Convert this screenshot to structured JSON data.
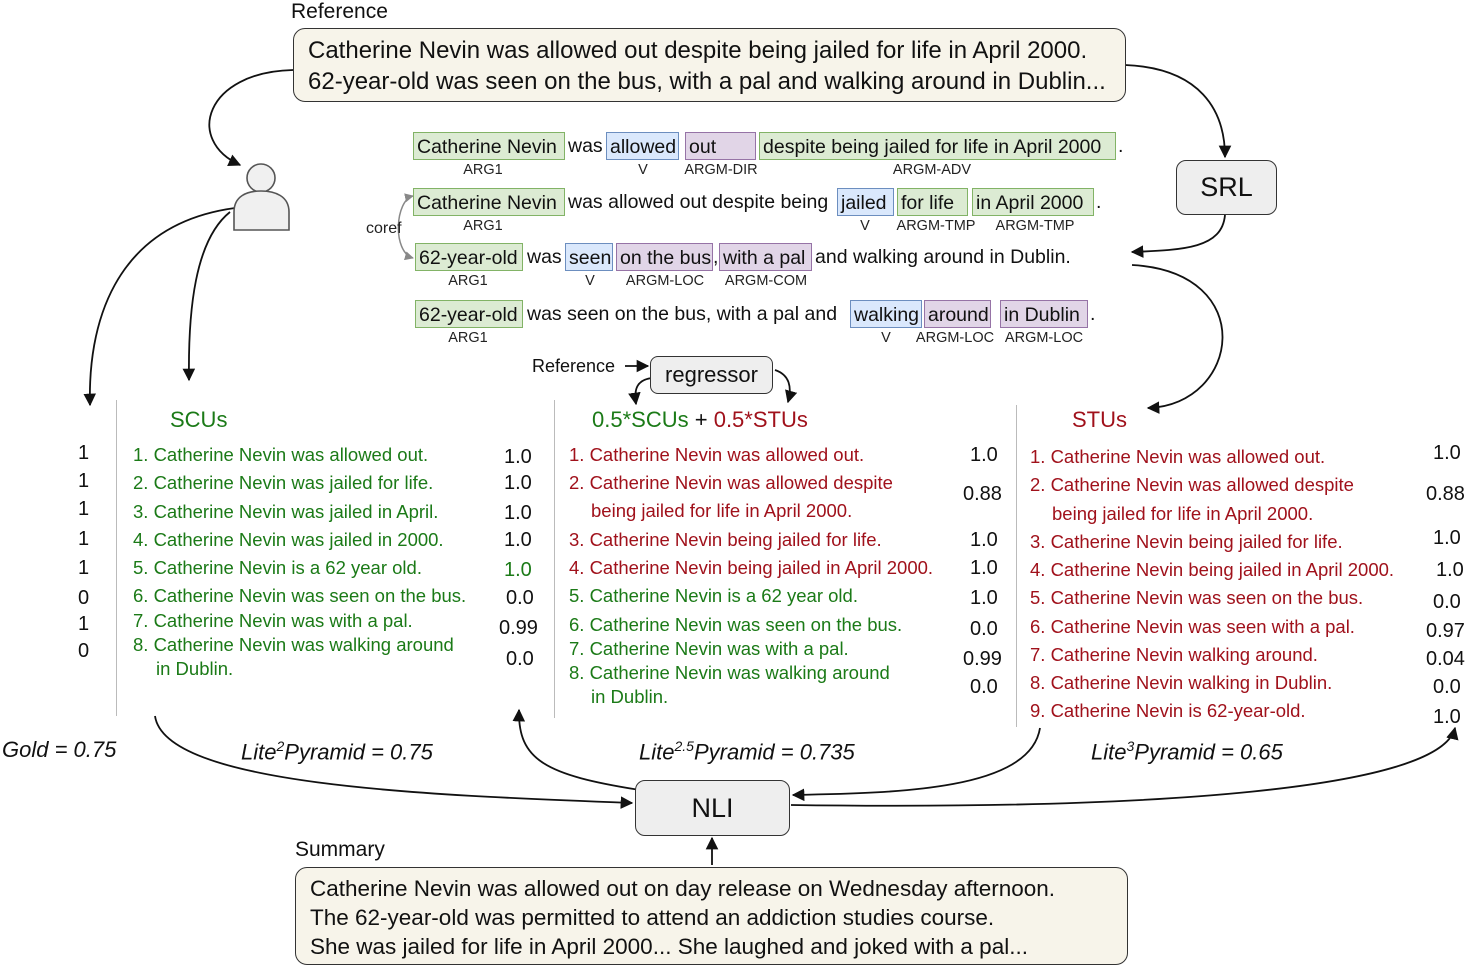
{
  "reference": {
    "title": "Reference",
    "lines": [
      "Catherine Nevin was allowed out despite being jailed for life in April 2000.",
      "62-year-old was seen on the bus, with a pal and walking around in Dublin..."
    ]
  },
  "summary": {
    "title": "Summary",
    "lines": [
      "Catherine Nevin was allowed out on day release on Wednesday afternoon.",
      "The 62-year-old was permitted to attend an addiction studies course.",
      "She was jailed for life in April 2000... She laughed and joked with a pal..."
    ]
  },
  "boxes": {
    "srl": "SRL",
    "nli": "NLI",
    "regressor": "regressor",
    "regressor_input": "Reference",
    "coref": "coref"
  },
  "srl_rows": [
    {
      "tokens": [
        {
          "text": "Catherine Nevin",
          "kind": "arg"
        },
        {
          "text": "was",
          "kind": "plain"
        },
        {
          "text": "allowed",
          "kind": "verb"
        },
        {
          "text": "out",
          "kind": "mod"
        },
        {
          "text": "despite being jailed for life in April 2000",
          "kind": "arg"
        },
        {
          "text": ".",
          "kind": "plain"
        }
      ],
      "roles": [
        "ARG1",
        "V",
        "ARGM-DIR",
        "ARGM-ADV"
      ]
    },
    {
      "tokens": [
        {
          "text": "Catherine Nevin",
          "kind": "arg"
        },
        {
          "text": "was allowed out despite being",
          "kind": "plain"
        },
        {
          "text": "jailed",
          "kind": "verb"
        },
        {
          "text": "for life",
          "kind": "arg"
        },
        {
          "text": "in April 2000",
          "kind": "arg"
        },
        {
          "text": ".",
          "kind": "plain"
        }
      ],
      "roles": [
        "ARG1",
        "V",
        "ARGM-TMP",
        "ARGM-TMP"
      ]
    },
    {
      "tokens": [
        {
          "text": "62-year-old",
          "kind": "arg"
        },
        {
          "text": "was",
          "kind": "plain"
        },
        {
          "text": "seen",
          "kind": "verb"
        },
        {
          "text": "on the bus",
          "kind": "mod"
        },
        {
          "text": ",",
          "kind": "plain"
        },
        {
          "text": "with a pal",
          "kind": "mod"
        },
        {
          "text": "and walking around in Dublin.",
          "kind": "plain"
        }
      ],
      "roles": [
        "ARG1",
        "V",
        "ARGM-LOC",
        "ARGM-COM"
      ]
    },
    {
      "tokens": [
        {
          "text": "62-year-old",
          "kind": "arg"
        },
        {
          "text": "was seen on the bus, with a pal and",
          "kind": "plain"
        },
        {
          "text": "walking",
          "kind": "verb"
        },
        {
          "text": "around",
          "kind": "mod"
        },
        {
          "text": "in Dublin",
          "kind": "mod"
        },
        {
          "text": ".",
          "kind": "plain"
        }
      ],
      "roles": [
        "ARG1",
        "V",
        "ARGM-LOC",
        "ARGM-LOC"
      ]
    }
  ],
  "columns": {
    "gold": {
      "labels": [
        "1",
        "1",
        "1",
        "1",
        "1",
        "0",
        "1",
        "0"
      ],
      "metric": "Gold = 0.75"
    },
    "scus": {
      "title": "SCUs",
      "items": [
        "1. Catherine Nevin was allowed out.",
        "2. Catherine Nevin was jailed for life.",
        "3. Catherine Nevin was jailed in April.",
        "4. Catherine Nevin was jailed in 2000.",
        "5. Catherine Nevin is a 62 year old.",
        "6. Catherine Nevin was seen on the bus.",
        "7. Catherine Nevin was with a pal.",
        "8. Catherine Nevin was walking around",
        "in Dublin."
      ],
      "scores": [
        "1.0",
        "1.0",
        "1.0",
        "1.0",
        "1.0",
        "0.0",
        "0.99",
        "0.0"
      ],
      "metric": {
        "prefix": "Lite",
        "sup": "2",
        "rest": "Pyramid = 0.75"
      }
    },
    "mixed": {
      "title_a": "0.5*SCUs",
      "title_plus": "+",
      "title_b": "0.5*STUs",
      "items": [
        "1. Catherine Nevin was allowed out.",
        "2. Catherine Nevin was allowed despite",
        "being jailed for life in April 2000.",
        "3. Catherine Nevin being jailed for life.",
        "4. Catherine Nevin being jailed in April 2000.",
        "5. Catherine Nevin is a 62 year old.",
        "6. Catherine Nevin was seen on the bus.",
        "7. Catherine Nevin was with a pal.",
        "8. Catherine Nevin was walking around",
        "in Dublin."
      ],
      "scores": [
        "1.0",
        "0.88",
        "1.0",
        "1.0",
        "1.0",
        "0.0",
        "0.99",
        "0.0"
      ],
      "metric": {
        "prefix": "Lite",
        "sup": "2.5",
        "rest": "Pyramid = 0.735"
      }
    },
    "stus": {
      "title": "STUs",
      "items": [
        "1. Catherine Nevin was allowed out.",
        "2. Catherine Nevin was allowed despite",
        "being jailed for life in April 2000.",
        "3. Catherine Nevin being jailed for life.",
        "4. Catherine Nevin being jailed in April 2000.",
        "5. Catherine Nevin was seen on the bus.",
        "6. Catherine Nevin was seen with a pal.",
        "7. Catherine Nevin walking around.",
        "8. Catherine Nevin walking in Dublin.",
        "9. Catherine Nevin is 62-year-old."
      ],
      "scores": [
        "1.0",
        "0.88",
        "1.0",
        "1.0",
        "0.0",
        "0.97",
        "0.04",
        "0.0",
        "1.0"
      ],
      "metric": {
        "prefix": "Lite",
        "sup": "3",
        "rest": "Pyramid = 0.65"
      }
    }
  },
  "colors": {
    "scu_green": "#1b7a17",
    "stu_red": "#a0111b",
    "arg_fill": "#dcebd3",
    "verb_fill": "#dae8fc",
    "mod_fill": "#e1d5e7",
    "cream": "#f7f4ea"
  },
  "icons": {
    "annotator": "person-icon"
  }
}
